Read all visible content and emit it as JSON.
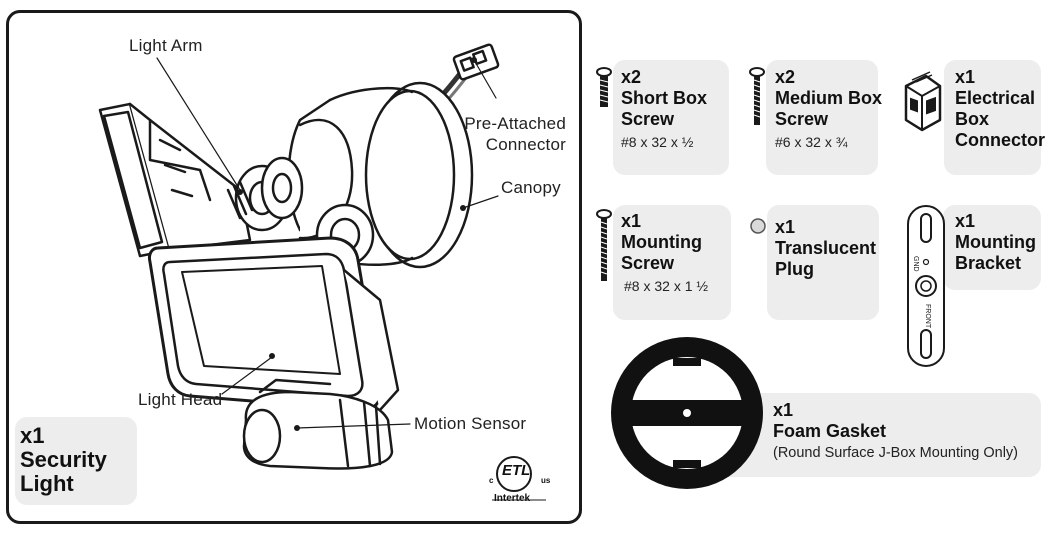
{
  "security_light": {
    "qty": "x1",
    "name_line1": "Security",
    "name_line2": "Light",
    "callouts": {
      "light_arm": "Light Arm",
      "pre_attached_line1": "Pre-Attached",
      "pre_attached_line2": "Connector",
      "canopy": "Canopy",
      "light_head": "Light Head",
      "motion_sensor": "Motion Sensor"
    },
    "certification": {
      "mark": "ETL",
      "left": "c",
      "right": "us",
      "sub": "Intertek"
    }
  },
  "parts": [
    {
      "id": "short-box-screw",
      "qty": "x2",
      "name_lines": [
        "Short Box",
        "Screw"
      ],
      "spec": "#8 x 32 x ½"
    },
    {
      "id": "medium-box-screw",
      "qty": "x2",
      "name_lines": [
        "Medium Box",
        "Screw"
      ],
      "spec": "#6 x 32 x ¾"
    },
    {
      "id": "electrical-box-connector",
      "qty": "x1",
      "name_lines": [
        "Electrical",
        "Box",
        "Connector"
      ],
      "spec": ""
    },
    {
      "id": "mounting-screw",
      "qty": "x1",
      "name_lines": [
        "Mounting",
        "Screw"
      ],
      "spec": "#8 x 32 x 1 ½"
    },
    {
      "id": "translucent-plug",
      "qty": "x1",
      "name_lines": [
        "Translucent",
        "Plug"
      ],
      "spec": ""
    },
    {
      "id": "mounting-bracket",
      "qty": "x1",
      "name_lines": [
        "Mounting",
        "Bracket"
      ],
      "spec": ""
    },
    {
      "id": "foam-gasket",
      "qty": "x1",
      "name_lines": [
        "Foam Gasket"
      ],
      "spec": "(Round Surface J-Box Mounting Only)"
    }
  ],
  "bracket_marks": {
    "gnd": "GND",
    "front": "FRONT"
  },
  "colors": {
    "card_bg": "#ededed",
    "outline": "#1a1a1a",
    "gasket": "#111111"
  }
}
